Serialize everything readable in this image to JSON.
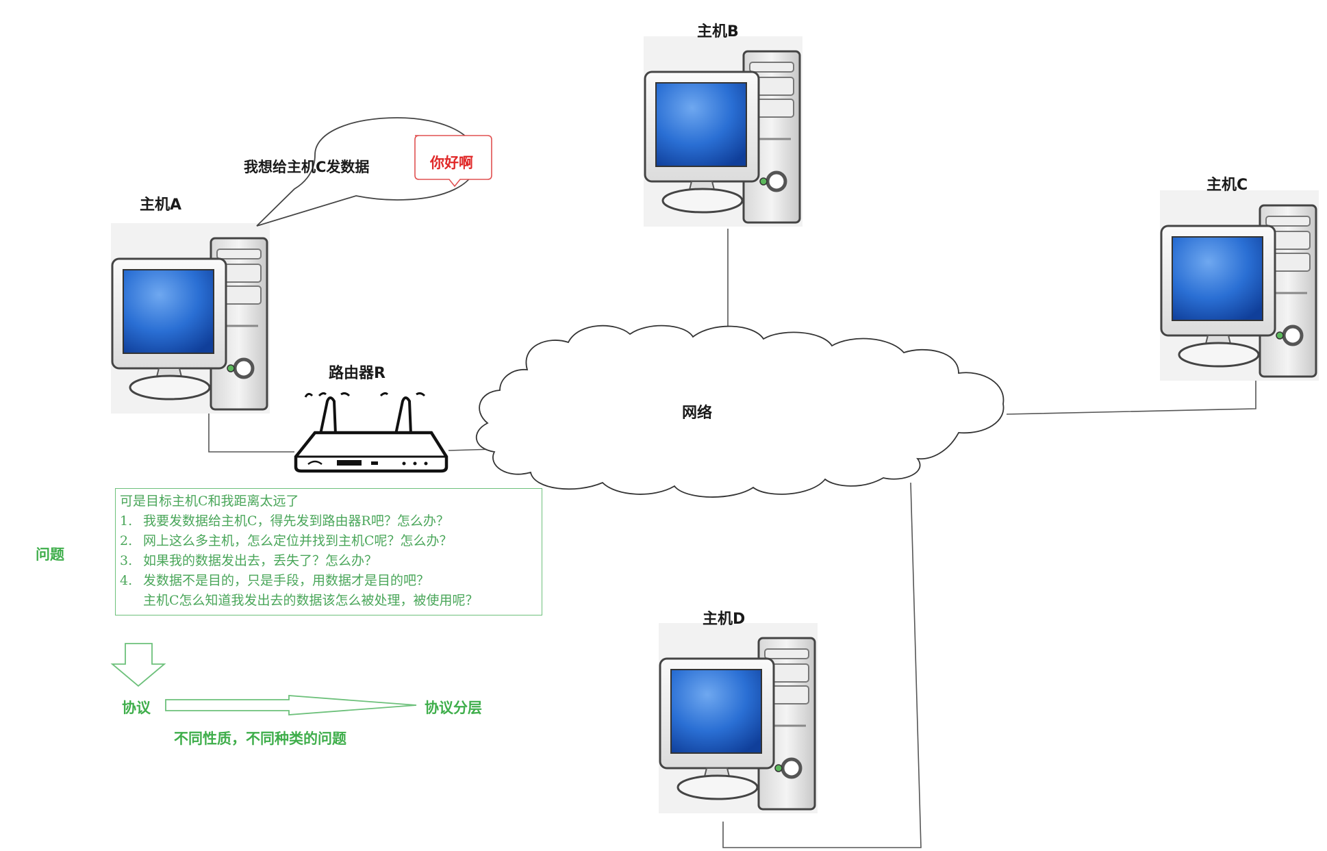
{
  "hosts": {
    "a": "主机A",
    "b": "主机B",
    "c": "主机C",
    "d": "主机D"
  },
  "router": "路由器R",
  "network": "网络",
  "speech_bubble": "我想给主机C发数据",
  "reply_bubble": "你好啊",
  "problem_label": "问题",
  "questions": {
    "intro": "可是目标主机C和我距离太远了",
    "items": [
      {
        "num": "1.",
        "text": "我要发数据给主机C，得先发到路由器R吧？怎么办？"
      },
      {
        "num": "2.",
        "text": "网上这么多主机，怎么定位并找到主机C呢？怎么办？"
      },
      {
        "num": "3.",
        "text": "如果我的数据发出去，丢失了？怎么办？"
      },
      {
        "num": "4.",
        "text": "发数据不是目的，只是手段，用数据才是目的吧？"
      }
    ],
    "continuation": "主机C怎么知道我发出去的数据该怎么被处理，被使用呢？"
  },
  "protocol": "协议",
  "protocol_layering": "协议分层",
  "arrow_caption": "不同性质，不同种类的问题",
  "colors": {
    "accent_green": "#3fae4b",
    "reply_red": "#e02828",
    "screen_blue": "#1f5fc4",
    "line": "#555555"
  }
}
